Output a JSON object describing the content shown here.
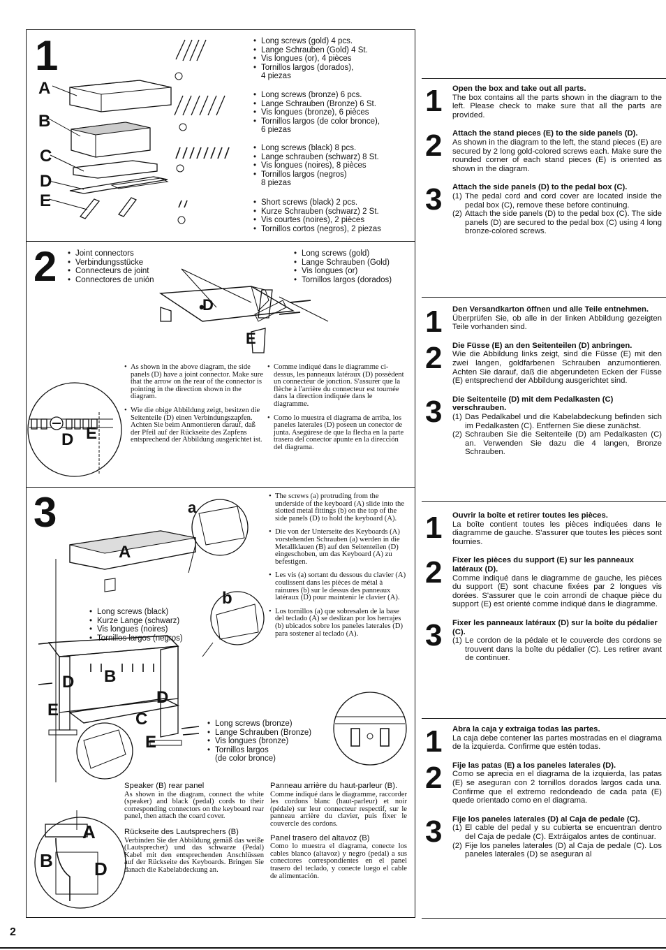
{
  "page_number": "2",
  "section1": {
    "number": "1",
    "part_letters": [
      "A",
      "B",
      "C",
      "D",
      "E"
    ],
    "screws": [
      {
        "lines": [
          "Long screws (gold) 4 pcs.",
          "Lange Schrauben (Gold) 4 St.",
          "Vis longues (or), 4 pièces",
          "Tornillos largos (dorados),"
        ],
        "tail": "4 piezas"
      },
      {
        "lines": [
          "Long screws (bronze) 6 pcs.",
          "Lange Schrauben (Bronze) 6 St.",
          "Vis longues (bronze), 6 pièces",
          "Tornillos largos (de color bronce),"
        ],
        "tail": "6 piezas"
      },
      {
        "lines": [
          "Long screws (black) 8 pcs.",
          "Lange schrauben (schwarz) 8 St.",
          "Vis longues (noires), 8 pièces",
          "Tornillos largos (negros)"
        ],
        "tail": "8 piezas"
      },
      {
        "lines": [
          "Short screws (black) 2 pcs.",
          "Kurze Schrauben (schwarz) 2 St.",
          "Vis courtes (noires), 2 pièces",
          "Tornillos cortos (negros), 2 piezas"
        ],
        "tail": ""
      }
    ]
  },
  "section2": {
    "number": "2",
    "joint_labels": [
      "Joint connectors",
      "Verbindungsstücke",
      "Connecteurs de joint",
      "Connectores de unión"
    ],
    "screw_labels": [
      "Long screws (gold)",
      "Lange Schrauben (Gold)",
      "Vis longues (or)",
      "Tornillos largos (dorados)"
    ],
    "diagram_letters": {
      "d": "D",
      "e": "E"
    },
    "inset_letters": {
      "d": "D",
      "e": "E"
    },
    "notes": {
      "en": "As shown in the above diagram, the side panels (D) have a joint connector. Make sure that the arrow on the rear of the connector is pointing in the direction shown in the diagram.",
      "fr": "Comme indiqué dans le diagramme ci-dessus, les panneaux latéraux (D) possèdent un connecteur de jonction. S'assurer que la flèche à l'arrière du connecteur est tournée dans la direction indiquée dans le diagramme.",
      "de": "Wie die obige Abbildung zeigt, besitzen die Seitenteile (D) einen Verbindungszapfen. Achten Sie beim Anmontieren darauf, daß der Pfeil auf der Rückseite des Zapfens entsprechend der Abbildung ausgerichtet ist.",
      "es": "Como lo muestra el diagrama de arriba, los paneles laterales (D) poseen un conector de junta. Asegúrese de que la flecha en la parte trasera del conector apunte en la dirección del diagrama."
    }
  },
  "section3": {
    "number": "3",
    "callouts": {
      "a": "a",
      "b": "b"
    },
    "part_letters": {
      "A": "A",
      "B": "B",
      "C": "C",
      "D": "D",
      "E": "E"
    },
    "black_screws": [
      "Long screws (black)",
      "Kurze Lange (schwarz)",
      "Vis longues (noires)",
      "Tornillos largos (negros)"
    ],
    "bronze_screws": [
      "Long screws (bronze)",
      "Lange Schrauben (Bronze)",
      "Vis longues (bronze)",
      "Tornillos largos",
      "(de color bronce)"
    ],
    "notes": {
      "en": "The screws (a) protruding from the underside of the keyboard (A) slide into the slotted metal fittings (b) on the top of the side panels (D) to hold the keyboard (A).",
      "de": "Die von der Unterseite des Keyboards (A) vorstehenden Schrauben (a) werden in die Metallklauen (B) auf den Seitenteilen (D) eingeschoben, um das Keyboard (A) zu befestigen.",
      "fr": "Les vis (a) sortant du dessous du clavier (A) coulissent dans les pièces de métal à rainures (b) sur le dessus des panneaux latéraux (D) pour maintenir le clavier (A).",
      "es": "Los tornillos (a) que sobresalen de la base del teclado (A) se deslizan por los herrajes (b) ubicados sobre los paneles laterales (D) para sostener al teclado (A)."
    },
    "speaker": {
      "en_title": "Speaker (B) rear panel",
      "en_text": "As shown in the diagram, connect the white (speaker) and black (pedal) cords to their corresponding connectors on the keyboard rear panel, then attach the coard cover.",
      "de_title": "Rückseite des Lautsprechers (B)",
      "de_text": "Verbinden Sie der Abbildung gemäß das weiße (Lautsprecher) und das schwarze (Pedal) Kabel mit den entsprechenden Anschlüssen auf der Rückseite des Keyboards. Bringen Sie danach die Kabelabdeckung an.",
      "fr_title": "Panneau arrière du haut-parleur (B).",
      "fr_text": "Comme indiqué dans le diagramme, raccorder les cordons blanc (haut-parleur) et noir (pédale) sur leur connecteur respectif, sur le panneau arrière du clavier, puis fixer le couvercle des cordons.",
      "es_title": "Panel trasero del altavoz (B)",
      "es_text": "Como lo muestra el diagrama, conecte los cables blanco (altavoz) y negro (pedal) a sus conectores correspondientes en el panel trasero del teclado, y conecte luego el cable de alimentación."
    },
    "inset_letters": {
      "A": "A",
      "B": "B",
      "D": "D"
    }
  },
  "instructions": {
    "en": [
      {
        "num": "1",
        "title": "Open the box and take out all parts.",
        "text": "The box contains all the parts shown in the diagram to the left. Please check to make sure that all the parts are provided.",
        "items": []
      },
      {
        "num": "2",
        "title": "Attach the stand pieces (E) to the side panels (D).",
        "text": "As shown in the diagram to the left, the stand pieces (E) are secured by 2 long gold-colored screws each. Make sure the rounded corner of each stand pieces (E) is oriented as shown in the diagram.",
        "items": []
      },
      {
        "num": "3",
        "title": "Attach the side panels (D) to the pedal box (C).",
        "text": "",
        "items": [
          {
            "n": "(1)",
            "t": "The pedal cord and cord cover are located inside the pedal box (C), remove these before continuing."
          },
          {
            "n": "(2)",
            "t": "Attach the side panels (D) to the pedal box (C). The side panels (D) are secured to the pedal box (C) using 4 long bronze-colored screws."
          }
        ]
      }
    ],
    "de": [
      {
        "num": "1",
        "title": "Den Versandkarton öffnen und alle Teile entnehmen.",
        "text": "Überprüfen Sie, ob alle in der linken Abbildung gezeigten Teile vorhanden sind.",
        "items": []
      },
      {
        "num": "2",
        "title": "Die Füsse (E) an den Seitenteilen (D) anbringen.",
        "text": "Wie die Abbildung links zeigt, sind die Füsse (E) mit den zwei langen, goldfarbenen Schrauben anzumontieren. Achten Sie darauf, daß die abgerundeten Ecken der Füsse (E) entsprechend der Abbildung ausgerichtet sind.",
        "items": []
      },
      {
        "num": "3",
        "title": "Die Seitenteile (D) mit dem Pedalkasten (C) verschrauben.",
        "text": "",
        "items": [
          {
            "n": "(1)",
            "t": "Das Pedalkabel und die Kabelabdeckung befinden sich im Pedalkasten (C). Entfernen Sie diese zunächst."
          },
          {
            "n": "(2)",
            "t": "Schrauben Sie die Seitenteile (D) am Pedalkasten (C) an. Verwenden Sie dazu die 4 langen, Bronze Schrauben."
          }
        ]
      }
    ],
    "fr": [
      {
        "num": "1",
        "title": "Ouvrir la boîte et retirer toutes les pièces.",
        "text": "La boîte contient toutes les pièces indiquées dans le diagramme de gauche. S'assurer que toutes les pièces sont fournies.",
        "items": []
      },
      {
        "num": "2",
        "title": "Fixer les pièces du support (E) sur les panneaux latéraux (D).",
        "text": "Comme indiqué dans le diagramme de gauche, les pièces du support (E) sont chacune fixées par 2 longues vis dorées. S'assurer que le coin arrondi de chaque pièce du support (E) est orienté comme indiqué dans le diagramme.",
        "items": []
      },
      {
        "num": "3",
        "title": "Fixer les panneaux latéraux (D) sur la boîte du pédalier (C).",
        "text": "",
        "items": [
          {
            "n": "(1)",
            "t": "Le cordon de la pédale et le couvercle des cordons se trouvent dans la boîte du pédalier (C). Les retirer avant de continuer."
          }
        ]
      }
    ],
    "es": [
      {
        "num": "1",
        "title": "Abra la caja y extraiga todas las partes.",
        "text": "La caja debe contener las partes mostradas en el diagrama de la izquierda. Confirme que estén todas.",
        "items": []
      },
      {
        "num": "2",
        "title": "Fije las patas (E) a los paneles laterales (D).",
        "text": "Como se aprecia en el diagrama de la izquierda, las patas (E) se aseguran con 2 tornillos dorados largos cada una. Confirme que el extremo redondeado de cada pata (E) quede orientado como en el diagrama.",
        "items": []
      },
      {
        "num": "3",
        "title": "Fije los paneles laterales (D) al Caja de pedale (C).",
        "text": "",
        "items": [
          {
            "n": "(1)",
            "t": "El cable del pedal y su cubierta se encuentran dentro del Caja de pedale (C). Extráigalos antes de continuar."
          },
          {
            "n": "(2)",
            "t": "Fije los paneles laterales (D) al Caja de pedale (C). Los paneles laterales (D) se aseguran al"
          }
        ]
      }
    ]
  }
}
